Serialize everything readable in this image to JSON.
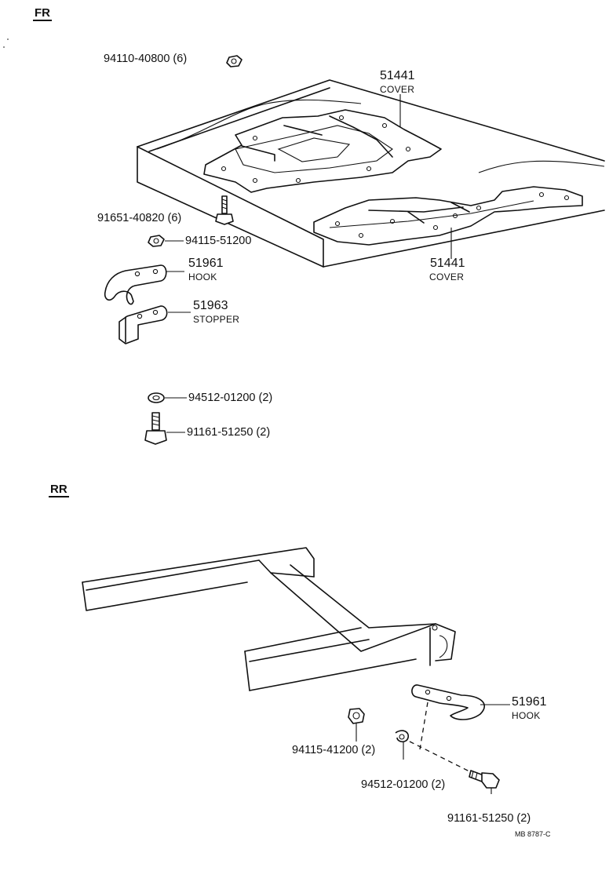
{
  "sections": {
    "front": "FR",
    "rear": "RR"
  },
  "front": {
    "nut_top": "94110-40800 (6)",
    "cover_upper_num": "51441",
    "cover_upper_name": "COVER",
    "bolt": "91651-40820 (6)",
    "nut": "94115-51200",
    "cover_lower_num": "51441",
    "cover_lower_name": "COVER",
    "hook_num": "51961",
    "hook_name": "HOOK",
    "stopper_num": "51963",
    "stopper_name": "STOPPER",
    "washer": "94512-01200 (2)",
    "bolt_lower": "91161-51250 (2)"
  },
  "rear": {
    "hook_num": "51961",
    "hook_name": "HOOK",
    "nut": "94115-41200 (2)",
    "washer": "94512-01200 (2)",
    "bolt": "91161-51250 (2)"
  },
  "drawing_code": "MB 8787-C"
}
